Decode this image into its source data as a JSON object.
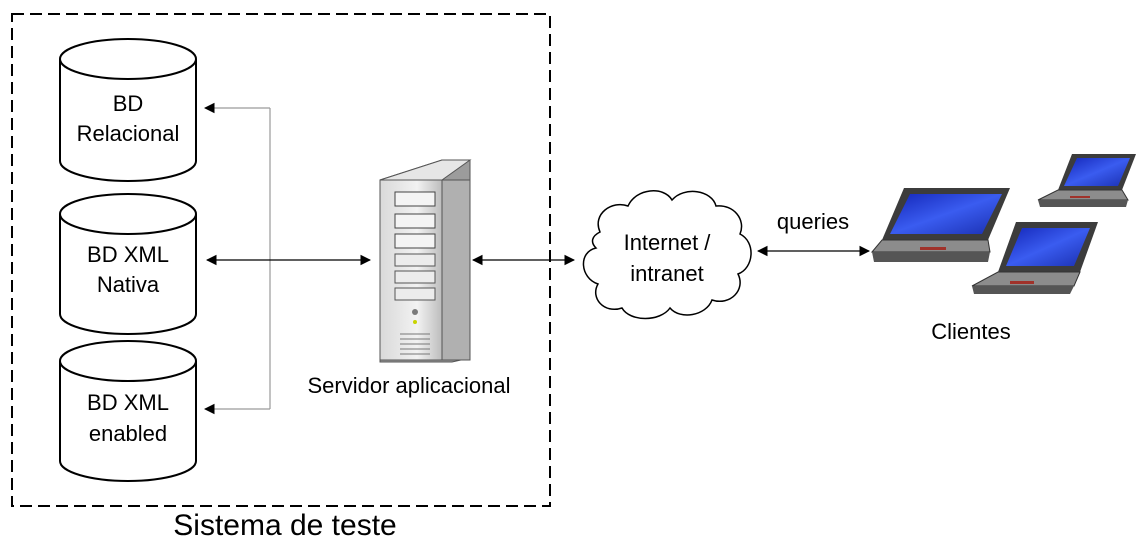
{
  "system_box": {
    "label": "Sistema de teste"
  },
  "databases": [
    {
      "line1": "BD",
      "line2": "Relacional"
    },
    {
      "line1": "BD XML",
      "line2": "Nativa"
    },
    {
      "line1": "BD XML",
      "line2": "enabled"
    }
  ],
  "server": {
    "label": "Servidor aplicacional",
    "icon": "server-tower-icon"
  },
  "network": {
    "line1": "Internet /",
    "line2": "intranet",
    "icon": "cloud-icon"
  },
  "connection": {
    "label": "queries"
  },
  "clients": {
    "label": "Clientes",
    "icon": "laptop-icon"
  },
  "colors": {
    "stroke": "#000000",
    "connector": "#9a9a9a",
    "screen": "#2a3fd1",
    "body": "#8a8a8a"
  }
}
